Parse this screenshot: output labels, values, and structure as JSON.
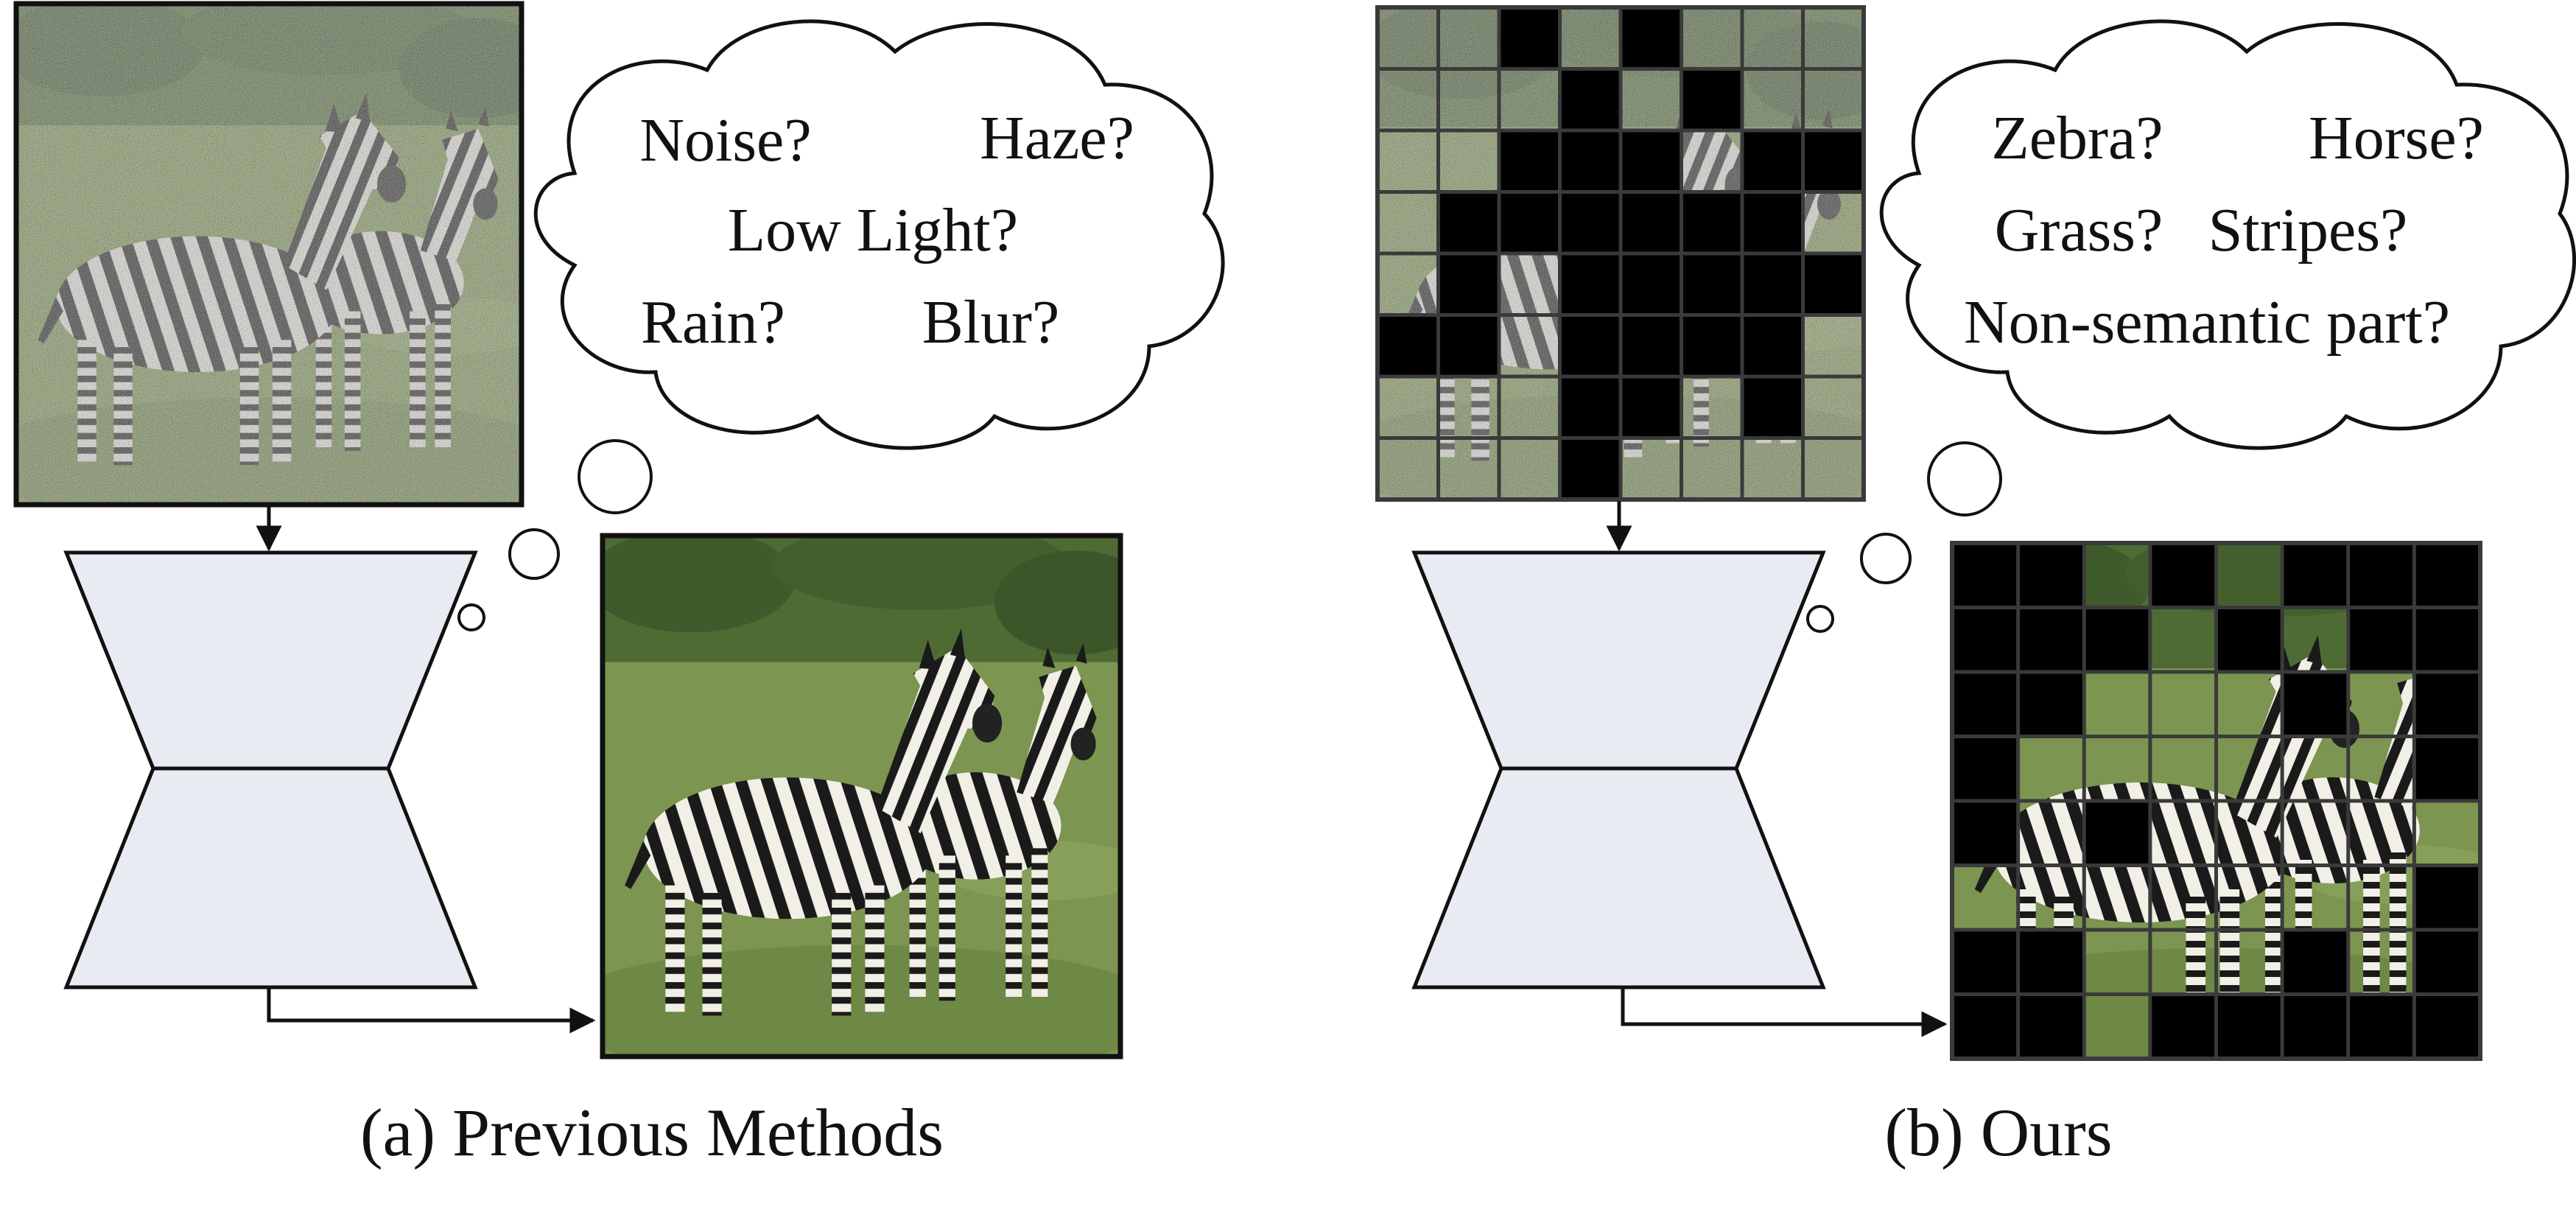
{
  "panels": {
    "a": {
      "caption": "(a) Previous Methods",
      "thought_labels": [
        "Noise?",
        "Haze?",
        "Low Light?",
        "Rain?",
        "Blur?"
      ]
    },
    "b": {
      "caption": "(b) Ours",
      "thought_labels": [
        "Zebra?",
        "Horse?",
        "Grass?",
        "Stripes?",
        "Non-semantic part?"
      ],
      "input_mask": [
        [
          0,
          0,
          1,
          0,
          1,
          0,
          0,
          0
        ],
        [
          0,
          0,
          0,
          1,
          0,
          1,
          0,
          0
        ],
        [
          0,
          0,
          1,
          1,
          1,
          0,
          1,
          1
        ],
        [
          0,
          1,
          1,
          1,
          1,
          1,
          1,
          0
        ],
        [
          0,
          1,
          0,
          1,
          1,
          1,
          1,
          1
        ],
        [
          1,
          1,
          0,
          1,
          1,
          1,
          1,
          0
        ],
        [
          0,
          0,
          0,
          1,
          1,
          0,
          1,
          0
        ],
        [
          0,
          0,
          0,
          1,
          0,
          0,
          0,
          0
        ]
      ],
      "output_mask": [
        [
          1,
          1,
          0,
          1,
          0,
          1,
          1,
          1
        ],
        [
          1,
          1,
          1,
          0,
          1,
          0,
          1,
          1
        ],
        [
          1,
          1,
          0,
          0,
          0,
          1,
          0,
          1
        ],
        [
          1,
          0,
          0,
          0,
          0,
          0,
          0,
          1
        ],
        [
          1,
          0,
          1,
          0,
          0,
          0,
          0,
          0
        ],
        [
          0,
          0,
          0,
          0,
          0,
          0,
          0,
          1
        ],
        [
          1,
          1,
          0,
          0,
          0,
          1,
          0,
          1
        ],
        [
          1,
          1,
          0,
          1,
          1,
          1,
          1,
          1
        ]
      ]
    }
  },
  "colors": {
    "network_fill": "#e8ebf1",
    "masked_patch": "#000000",
    "grid_line": "#3a3a3a",
    "grass": "#6f8a45",
    "noise_grass": "#5f7540"
  }
}
